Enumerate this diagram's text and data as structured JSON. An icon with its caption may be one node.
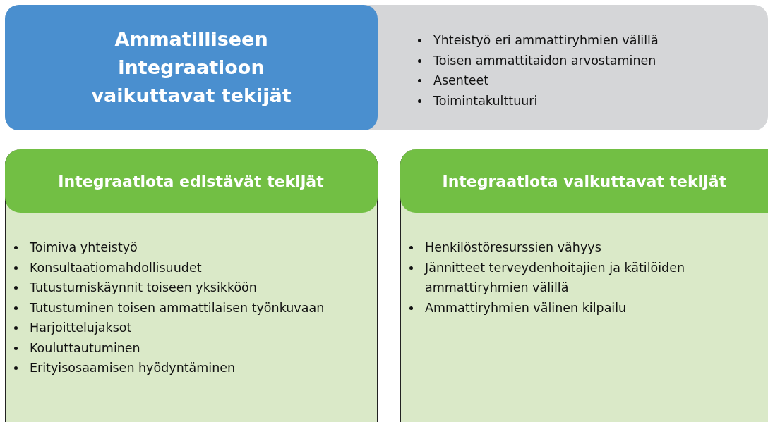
{
  "diagram": {
    "nodes": [
      {
        "text": [
          "Ammatilliseen integraatioon vaikuttavat tekijät"
        ]
      },
      {
        "text": [
          "Yhteistyö eri ammattiryhmien välillä",
          "Toisen ammattitaidon arvostaminen",
          "Asenteet",
          "Toimintakulttuuri"
        ]
      },
      {
        "text": [
          "Toimiva yhteistyö",
          "Konsultaatiomahdollisuudet",
          "Tutustumiskäynnit toiseen yksikköön",
          "Tutustuminen toisen ammattilaisen työnkuvaan",
          "Harjoittelujaksot",
          "Kouluttautuminen",
          "Erityisosaamisen hyödyntäminen"
        ]
      },
      {
        "text": [
          "Integraatiota edistävät tekijät"
        ],
        "in": 2
      },
      {
        "text": [
          "Henkilöstöresurssien vähyys",
          "Jännitteet terveydenhoitajien ja kätilöiden ammattiryhmien välillä",
          "Ammattiryhmien välinen kilpailu"
        ]
      },
      {
        "text": [
          "Integraatiota vaikuttavat tekijät"
        ],
        "in": 4
      }
    ]
  }
}
